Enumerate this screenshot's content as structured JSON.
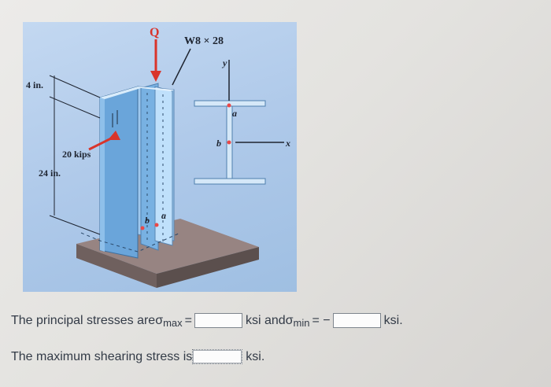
{
  "figure": {
    "load_label": "Q",
    "section_label": "W8 × 28",
    "axis_y": "y",
    "axis_x": "x",
    "point_a": "a",
    "point_b": "b",
    "dim_top": "4 in.",
    "dim_bottom": "24 in.",
    "force_label": "20 kips"
  },
  "question": {
    "principal_prefix": "The principal stresses are ",
    "sigma_symbol": "σ",
    "max_sub": "max",
    "min_sub": "min",
    "equals": "=",
    "equals_minus": "= −",
    "and_text": "ksi and ",
    "unit_ksi": "ksi.",
    "shear_prefix": "The maximum shearing stress is ",
    "max_value": "",
    "min_value": "",
    "shear_value": ""
  },
  "colors": {
    "figure_background": "#adc8e9",
    "column_blue": "#6ea9dc",
    "force_arrow": "#d9342b",
    "base_plate": "#8f7b78"
  }
}
